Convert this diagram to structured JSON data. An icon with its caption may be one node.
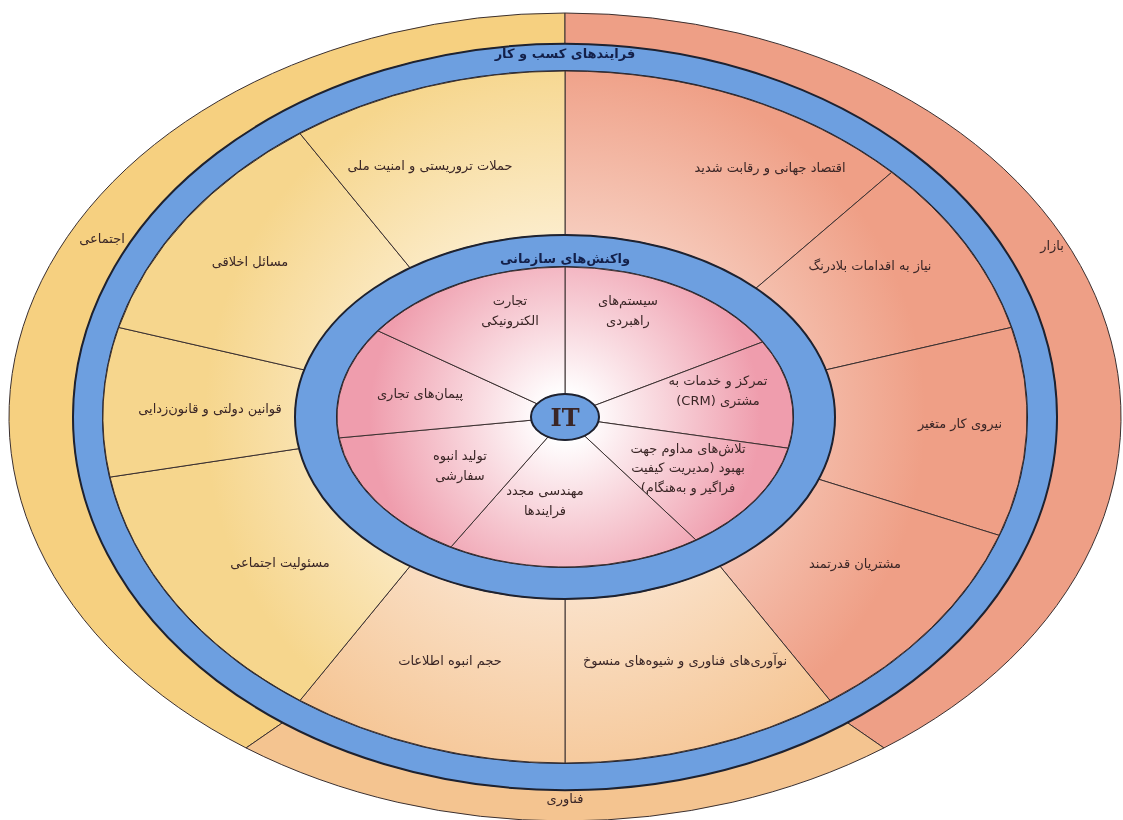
{
  "diagram": {
    "nodes": [
      {
        "text": [
          "اجتماعی"
        ]
      },
      {
        "text": [
          "بازار"
        ]
      },
      {
        "text": [
          "فناوری"
        ]
      },
      {
        "text": [
          "فرایندهای کسب و کار"
        ]
      },
      {
        "text": [
          "اقتصاد جهانی و رقابت شدید"
        ],
        "in": 3
      },
      {
        "text": [
          "نیاز به اقدامات بلادرنگ"
        ],
        "in": 3
      },
      {
        "text": [
          "نیروی کار متغیر"
        ],
        "in": 3
      },
      {
        "text": [
          "مشتریان قدرتمند"
        ],
        "in": 3
      },
      {
        "text": [
          "نوآوری‌های فناوری و شیوه‌های منسوخ"
        ],
        "in": 3
      },
      {
        "text": [
          "حجم انبوه اطلاعات"
        ],
        "in": 3
      },
      {
        "text": [
          "مسئولیت اجتماعی"
        ],
        "in": 3
      },
      {
        "text": [
          "قوانین دولتی و قانون‌زدایی"
        ],
        "in": 3
      },
      {
        "text": [
          "مسائل اخلاقی"
        ],
        "in": 3
      },
      {
        "text": [
          "حملات تروریستی و امنیت ملی"
        ],
        "in": 3
      },
      {
        "text": [
          "واکنش‌های سازمانی"
        ],
        "in": 3
      },
      {
        "text": [
          "سیستم‌های راهبردی"
        ],
        "in": 14
      },
      {
        "text": [
          "تمرکز و خدمات به مشتری (CRM)"
        ],
        "in": 14
      },
      {
        "text": [
          "تلاش‌های مداوم جهت بهبود (مدیریت کیفیت فراگیر و به‌هنگام)"
        ],
        "in": 14
      },
      {
        "text": [
          "مهندسی مجدد فرایندها"
        ],
        "in": 14
      },
      {
        "text": [
          "تولید انبوه سفارشی"
        ],
        "in": 14
      },
      {
        "text": [
          "پیمان‌های تجاری"
        ],
        "in": 14
      },
      {
        "text": [
          "تجارت الکترونیکی"
        ],
        "in": 14
      },
      {
        "text": [
          "IT"
        ],
        "in": 14
      }
    ]
  }
}
